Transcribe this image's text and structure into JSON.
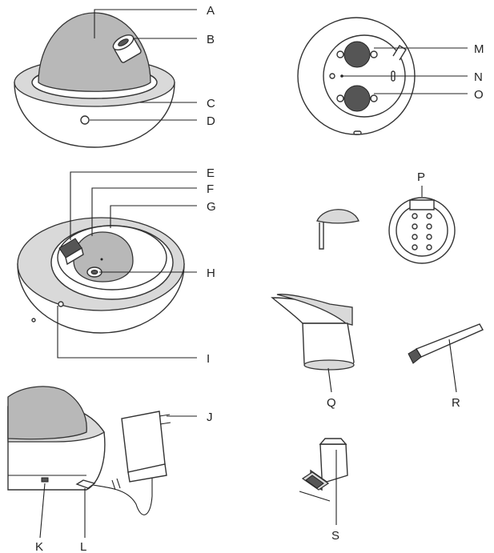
{
  "colors": {
    "line": "#222222",
    "shade_dark": "#b8b8b8",
    "shade_light": "#d9d9d9",
    "background": "#ffffff"
  },
  "labels": {
    "A": "A",
    "B": "B",
    "C": "C",
    "D": "D",
    "E": "E",
    "F": "F",
    "G": "G",
    "H": "H",
    "I": "I",
    "J": "J",
    "K": "K",
    "L": "L",
    "M": "M",
    "N": "N",
    "O": "O",
    "P": "P",
    "Q": "Q",
    "R": "R",
    "S": "S"
  }
}
